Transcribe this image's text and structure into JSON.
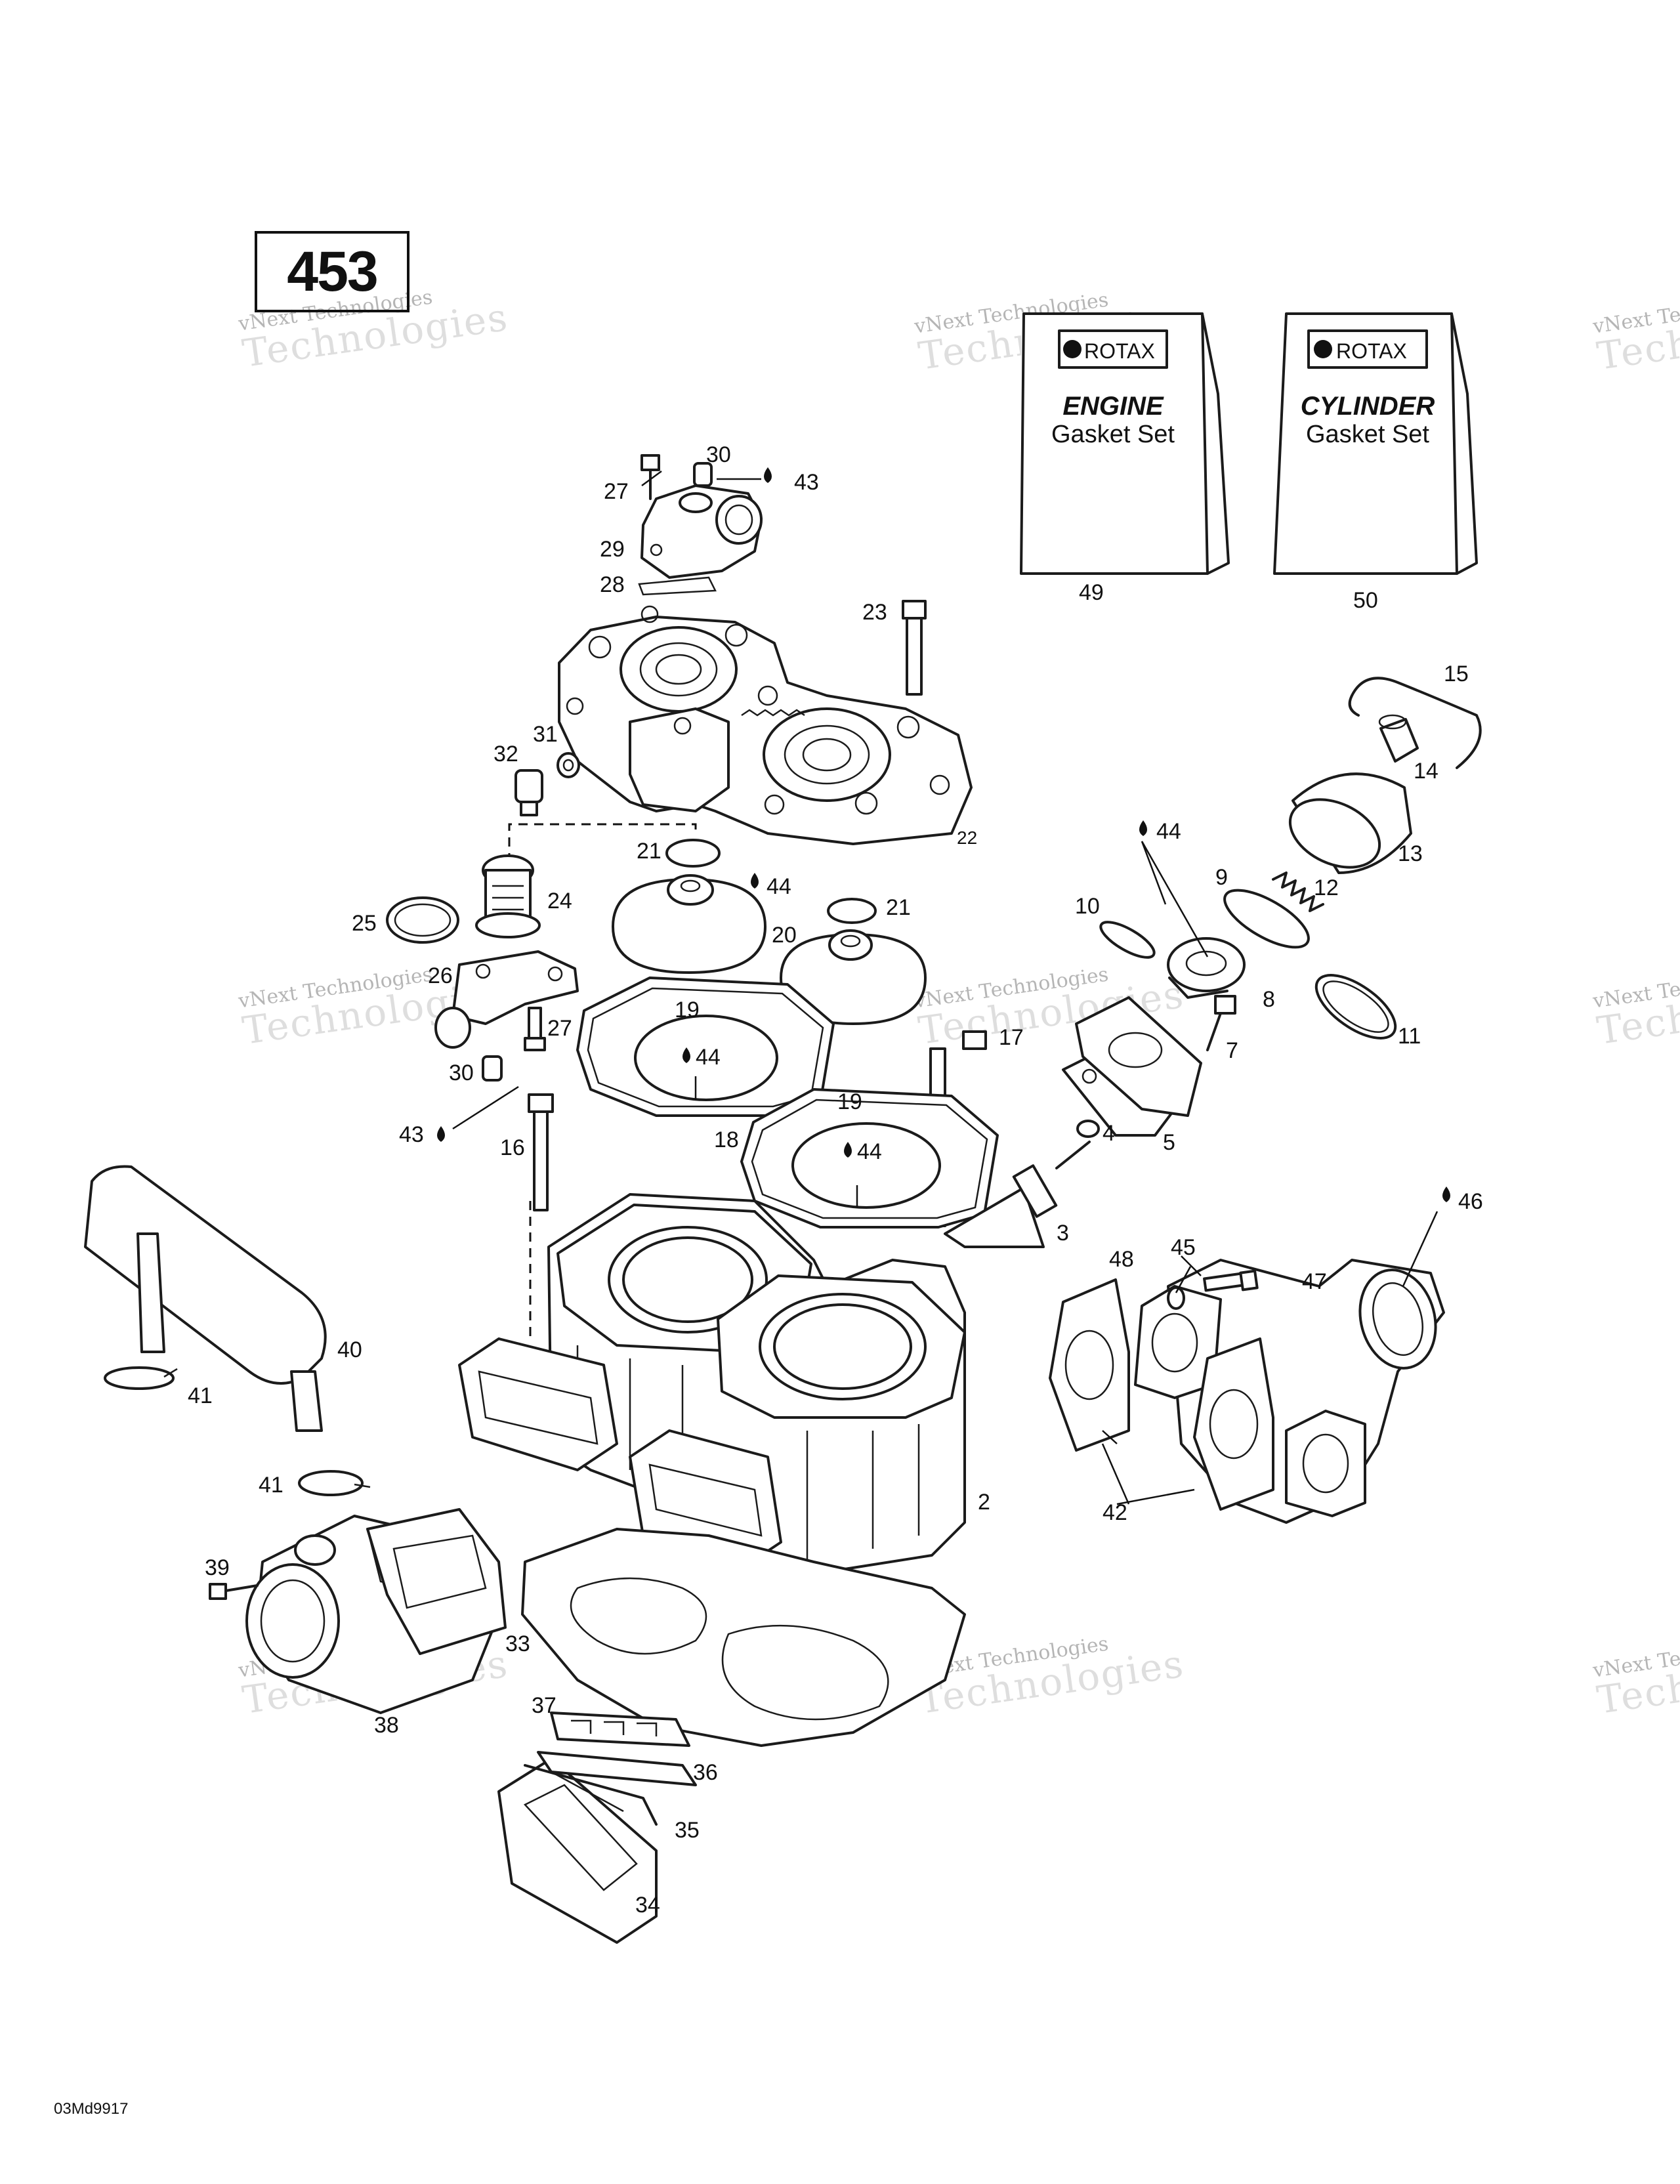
{
  "diagram_code": "453",
  "manuals": [
    {
      "brand": "ROTAX",
      "title": "ENGINE",
      "subtitle": "Gasket Set",
      "number": "49"
    },
    {
      "brand": "ROTAX",
      "title": "CYLINDER",
      "subtitle": "Gasket Set",
      "number": "50"
    }
  ],
  "callouts": {
    "c2": "2",
    "c3": "3",
    "c4": "4",
    "c5": "5",
    "c7": "7",
    "c8": "8",
    "c9": "9",
    "c10": "10",
    "c11": "11",
    "c12": "12",
    "c13": "13",
    "c14": "14",
    "c15": "15",
    "c16": "16",
    "c17": "17",
    "c18": "18",
    "c19a": "19",
    "c19b": "19",
    "c20": "20",
    "c21a": "21",
    "c21b": "21",
    "c22": "22",
    "c23": "23",
    "c24": "24",
    "c26": "26",
    "c25": "25",
    "c27a": "27",
    "c27b": "27",
    "c28": "28",
    "c29": "29",
    "c30a": "30",
    "c30b": "30",
    "c31": "31",
    "c32": "32",
    "c33": "33",
    "c34": "34",
    "c35": "35",
    "c36": "36",
    "c37": "37",
    "c38": "38",
    "c39": "39",
    "c40": "40",
    "c41a": "41",
    "c41b": "41",
    "c42": "42",
    "c43a": "43",
    "c43b": "43",
    "c44a": "44",
    "c44b": "44",
    "c44c": "44",
    "c44d": "44",
    "c45": "45",
    "c46": "46",
    "c47": "47",
    "c48": "48"
  },
  "watermark": {
    "line1": "vNext Technologies",
    "line2": "Technologies"
  },
  "page_code": "03Md9917"
}
